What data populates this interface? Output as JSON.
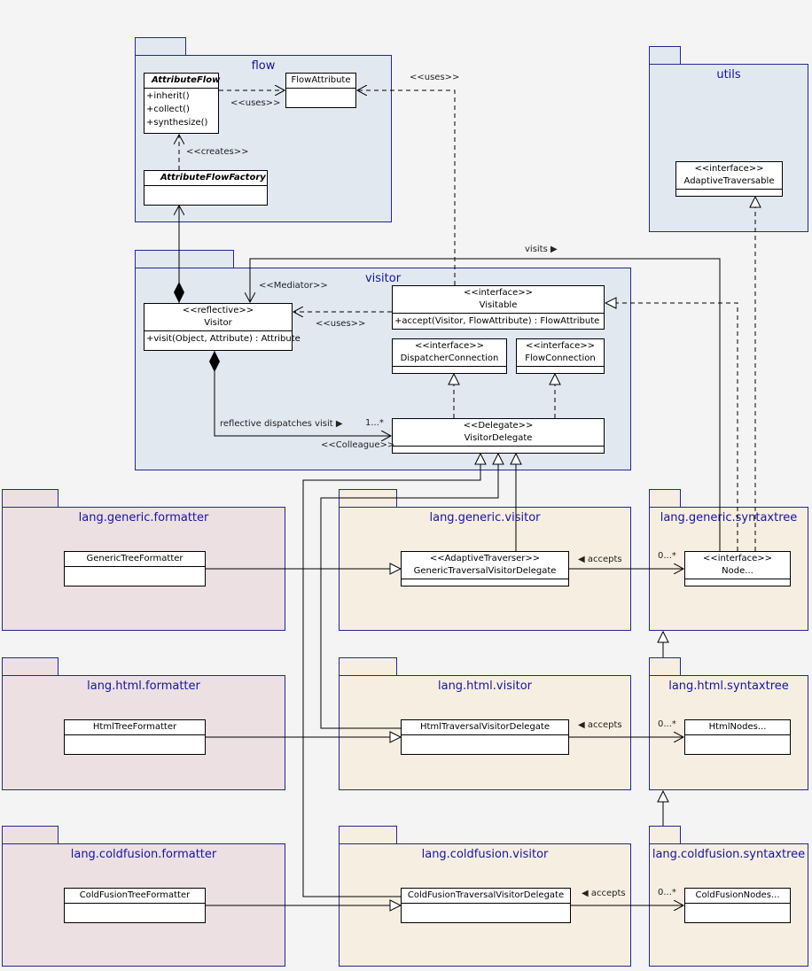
{
  "packages": {
    "flow": "flow",
    "utils": "utils",
    "visitor": "visitor",
    "generic_formatter": "lang.generic.formatter",
    "generic_visitor": "lang.generic.visitor",
    "generic_syntaxtree": "lang.generic.syntaxtree",
    "html_formatter": "lang.html.formatter",
    "html_visitor": "lang.html.visitor",
    "html_syntaxtree": "lang.html.syntaxtree",
    "cf_formatter": "lang.coldfusion.formatter",
    "cf_visitor": "lang.coldfusion.visitor",
    "cf_syntaxtree": "lang.coldfusion.syntaxtree"
  },
  "classes": {
    "attribute_flow": {
      "name": "AttributeFlow",
      "ops": [
        "+inherit()",
        "+collect()",
        "+synthesize()"
      ]
    },
    "flow_attribute": {
      "name": "FlowAttribute"
    },
    "attribute_flow_factory": {
      "name": "AttributeFlowFactory"
    },
    "adaptive_traversable": {
      "stereotype": "<<interface>>",
      "name": "AdaptiveTraversable"
    },
    "visitor": {
      "stereotype": "<<reflective>>",
      "name": "Visitor",
      "op": "+visit(Object, Attribute) : Attribute"
    },
    "visitable": {
      "stereotype": "<<interface>>",
      "name": "Visitable",
      "op": "+accept(Visitor, FlowAttribute) : FlowAttribute"
    },
    "dispatcher_connection": {
      "stereotype": "<<interface>>",
      "name": "DispatcherConnection"
    },
    "flow_connection": {
      "stereotype": "<<interface>>",
      "name": "FlowConnection"
    },
    "visitor_delegate": {
      "stereotype": "<<Delegate>>",
      "name": "VisitorDelegate"
    },
    "generic_tree_formatter": {
      "name": "GenericTreeFormatter"
    },
    "generic_traversal": {
      "stereotype": "<<AdaptiveTraverser>>",
      "name": "GenericTraversalVisitorDelegate"
    },
    "node": {
      "stereotype": "<<interface>>",
      "name": "Node..."
    },
    "html_tree_formatter": {
      "name": "HtmlTreeFormatter"
    },
    "html_traversal": {
      "name": "HtmlTraversalVisitorDelegate"
    },
    "html_nodes": {
      "name": "HtmlNodes..."
    },
    "cf_tree_formatter": {
      "name": "ColdFusionTreeFormatter"
    },
    "cf_traversal": {
      "name": "ColdFusionTraversalVisitorDelegate"
    },
    "cf_nodes": {
      "name": "ColdFusionNodes..."
    }
  },
  "labels": {
    "uses_flow": "<<uses>>",
    "uses_top": "<<uses>>",
    "creates": "<<creates>>",
    "visits": "visits ▶",
    "mediator": "<<Mediator>>",
    "uses_visitor": "<<uses>>",
    "reflective_dispatch": "reflective dispatches visit ▶",
    "mult_one_many": "1...*",
    "colleague": "<<Colleague>>",
    "accepts_generic": "◀ accepts",
    "mult_generic": "0...*",
    "accepts_html": "◀ accepts",
    "mult_html": "0...*",
    "accepts_cf": "◀ accepts",
    "mult_cf": "0...*"
  }
}
